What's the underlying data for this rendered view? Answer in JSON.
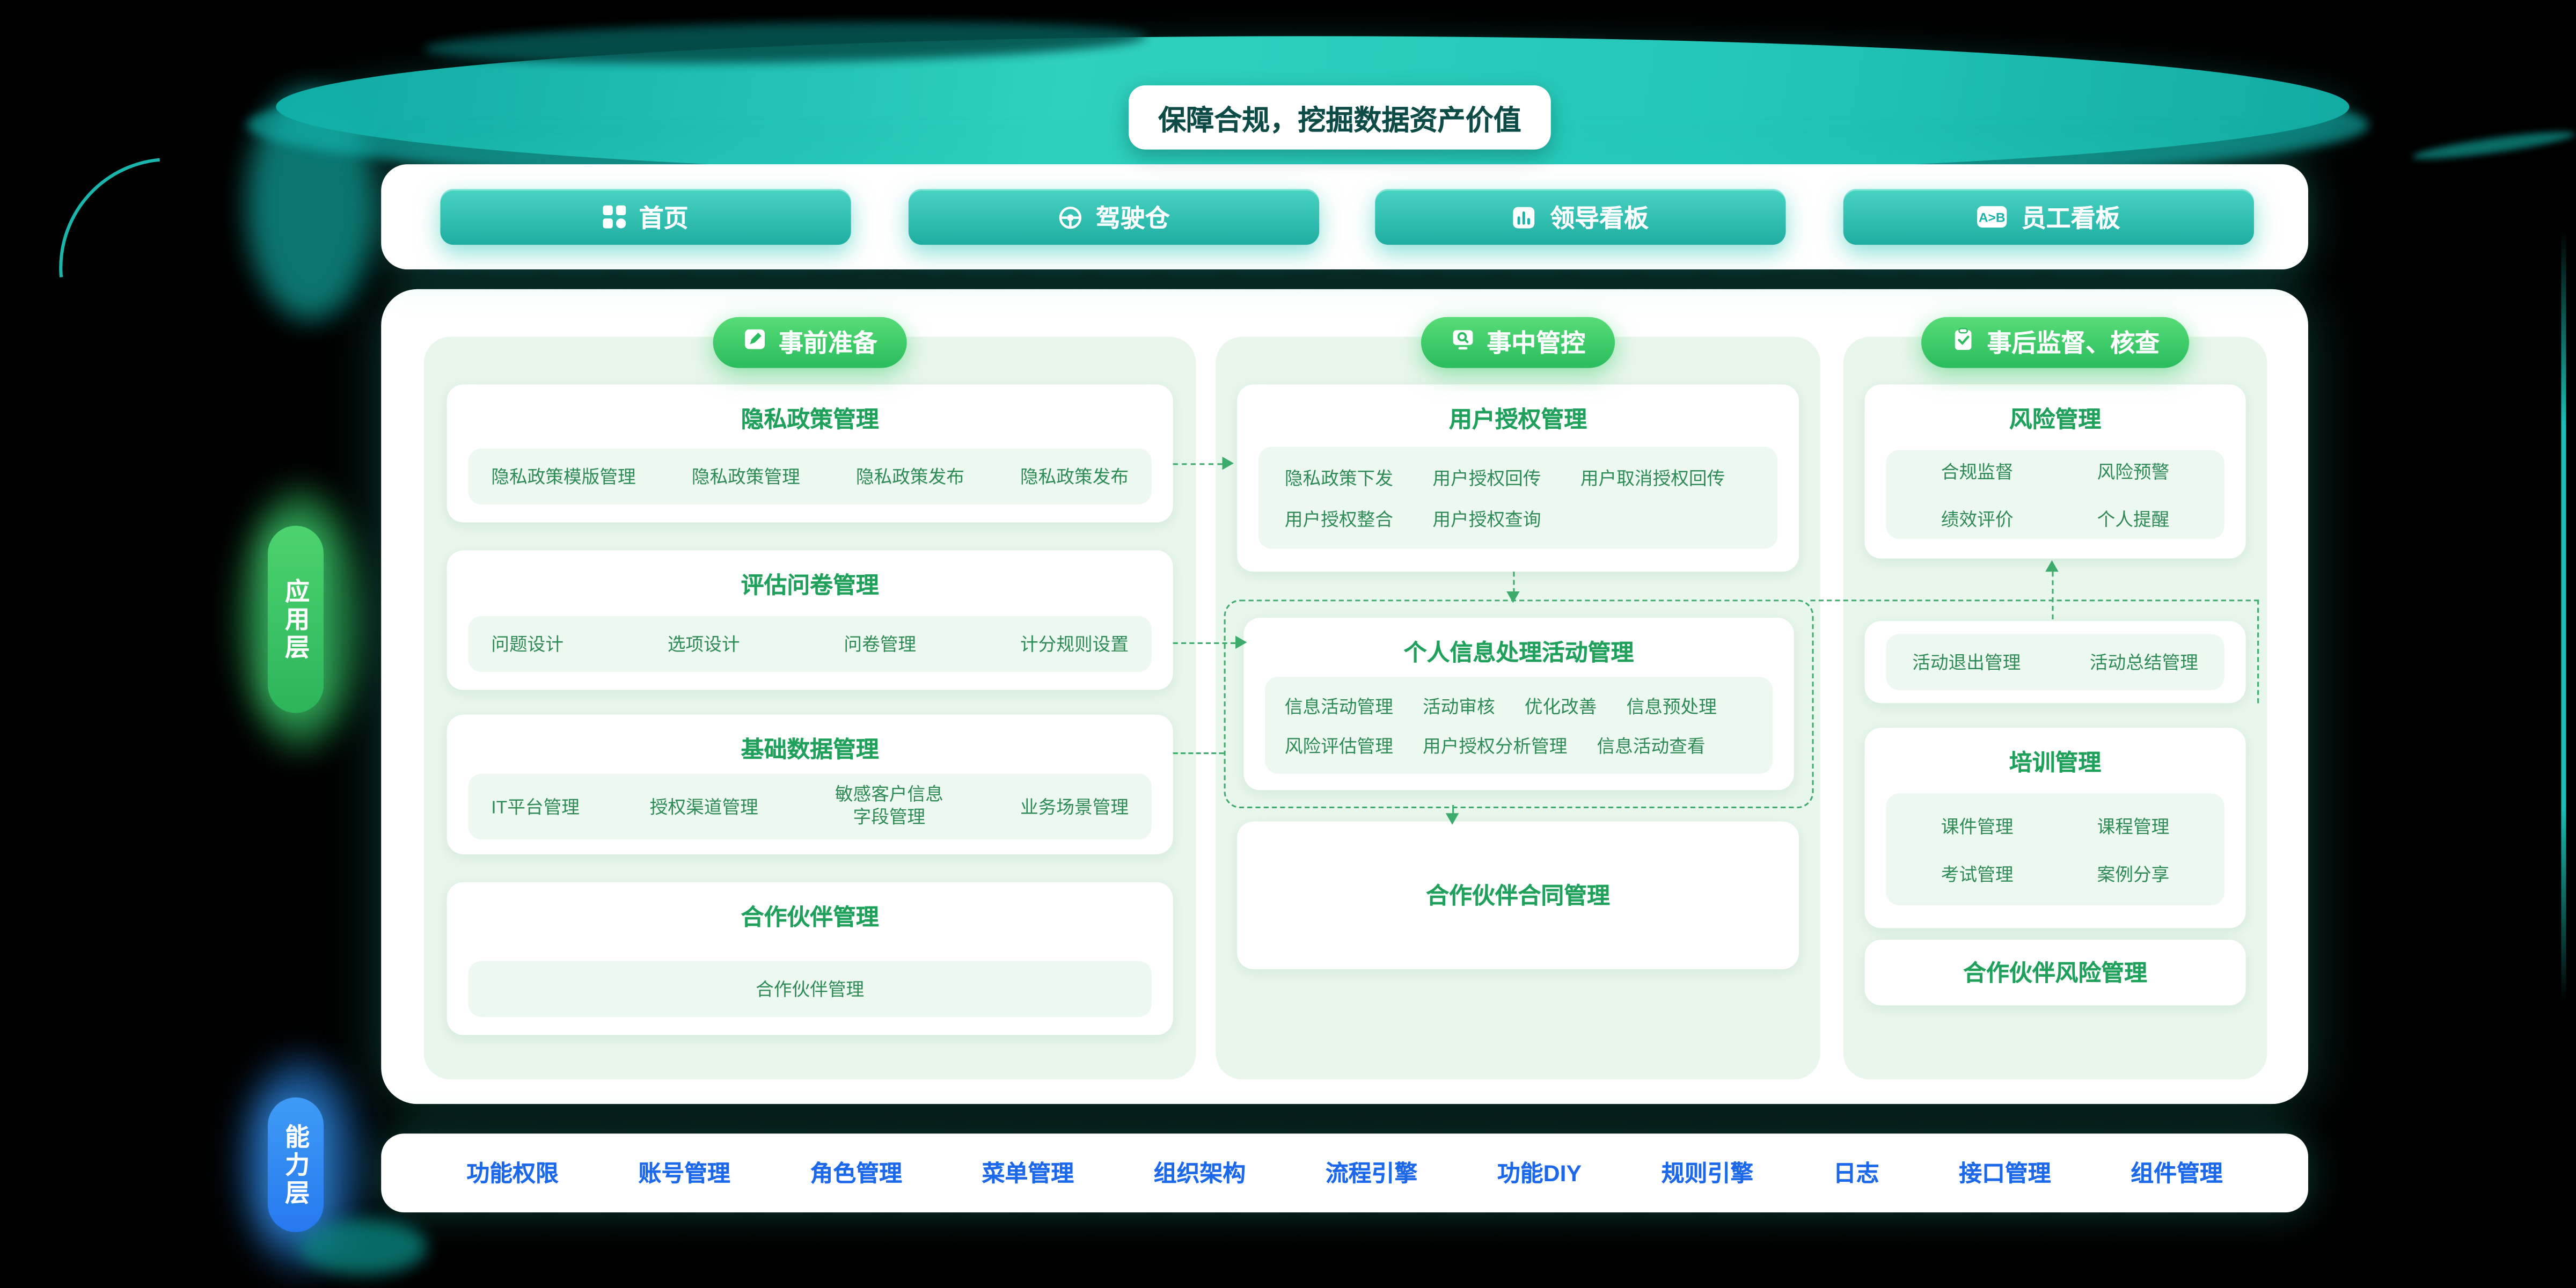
{
  "banner": {
    "title": "保障合规，挖掘数据资产价值"
  },
  "top_nav": {
    "items": [
      {
        "label": "首页",
        "icon": "grid-icon"
      },
      {
        "label": "驾驶仓",
        "icon": "steering-wheel-icon"
      },
      {
        "label": "领导看板",
        "icon": "bar-chart-icon"
      },
      {
        "label": "员工看板",
        "icon": "ab-compare-icon"
      }
    ]
  },
  "layers": {
    "application": "应用层",
    "capability": "能力层"
  },
  "columns": [
    {
      "header": {
        "label": "事前准备",
        "icon": "document-edit-icon"
      },
      "cards": [
        {
          "title": "隐私政策管理",
          "items": [
            "隐私政策模版管理",
            "隐私政策管理",
            "隐私政策发布",
            "隐私政策发布"
          ]
        },
        {
          "title": "评估问卷管理",
          "items": [
            "问题设计",
            "选项设计",
            "问卷管理",
            "计分规则设置"
          ]
        },
        {
          "title": "基础数据管理",
          "items": [
            "IT平台管理",
            "授权渠道管理",
            "敏感客户信息字段管理",
            "业务场景管理"
          ]
        },
        {
          "title": "合作伙伴管理",
          "items": [
            "合作伙伴管理"
          ]
        }
      ]
    },
    {
      "header": {
        "label": "事中管控",
        "icon": "monitor-search-icon"
      },
      "cards": [
        {
          "title": "用户授权管理",
          "items": [
            "隐私政策下发",
            "用户授权回传",
            "用户取消授权回传",
            "用户授权整合",
            "用户授权查询"
          ]
        },
        {
          "title": "个人信息处理活动管理",
          "items": [
            "信息活动管理",
            "活动审核",
            "优化改善",
            "信息预处理",
            "风险评估管理",
            "用户授权分析管理",
            "信息活动查看"
          ]
        },
        {
          "title": "合作伙伴合同管理",
          "items": []
        }
      ]
    },
    {
      "header": {
        "label": "事后监督、核查",
        "icon": "clipboard-check-icon"
      },
      "cards": [
        {
          "title": "风险管理",
          "items": [
            "合规监督",
            "风险预警",
            "绩效评价",
            "个人提醒"
          ]
        },
        {
          "title": "",
          "items": [
            "活动退出管理",
            "活动总结管理"
          ]
        },
        {
          "title": "培训管理",
          "items": [
            "课件管理",
            "课程管理",
            "考试管理",
            "案例分享"
          ]
        },
        {
          "title": "合作伙伴风险管理",
          "items": []
        }
      ]
    }
  ],
  "bottom_nav": {
    "items": [
      "功能权限",
      "账号管理",
      "角色管理",
      "菜单管理",
      "组织架构",
      "流程引擎",
      "功能DIY",
      "规则引擎",
      "日志",
      "接口管理",
      "组件管理"
    ]
  },
  "colors": {
    "teal_accent": "#1fb3a8",
    "green_accent": "#2dbd5f",
    "blue_link": "#1c68ea",
    "title_green": "#1fa05b",
    "item_green": "#2e8b55",
    "column_bg": "#e9f6ec"
  }
}
